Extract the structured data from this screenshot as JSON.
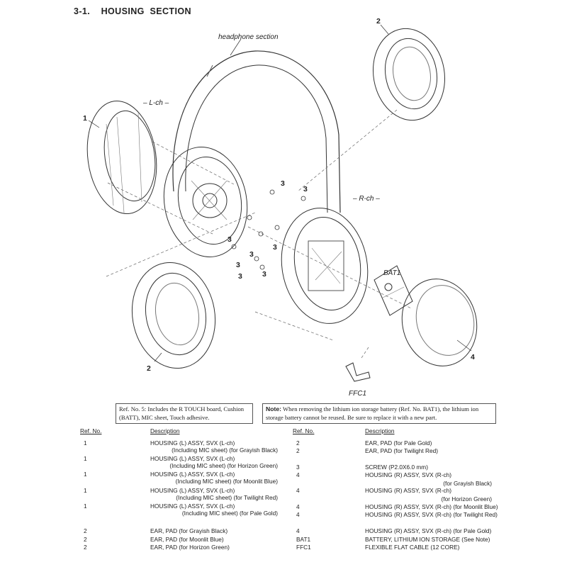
{
  "section_title": "3-1.    HOUSING  SECTION",
  "callouts": {
    "headphone_section": "headphone section",
    "l_ch": "– L-ch –",
    "r_ch": "– R-ch –",
    "bat1": "BAT1",
    "ffc1": "FFC1"
  },
  "ref_numbers": {
    "n1": "1",
    "n2_top": "2",
    "n2_bottom": "2",
    "n4": "4",
    "n3": "3"
  },
  "notes": {
    "ref5_text": "Ref. No. 5: Includes the R TOUCH board, Cushion (BATT), MIC sheet, Touch adhesive.",
    "note_label": "Note:",
    "note_text": "When removing the lithium ion storage battery (Ref. No. BAT1), the lithium ion storage battery cannot be reused. Be sure to replace it with a new part."
  },
  "table": {
    "header_ref": "Ref. No.",
    "header_desc": "Description",
    "left_rows": [
      {
        "ref": "1",
        "desc": "HOUSING (L) ASSY, SVX (L-ch)",
        "sub": "(Including MIC sheet) (for Grayish Black)"
      },
      {
        "ref": "1",
        "desc": "HOUSING (L) ASSY, SVX (L-ch)",
        "sub": "(Including MIC sheet) (for Horizon Green)"
      },
      {
        "ref": "1",
        "desc": "HOUSING (L) ASSY, SVX (L-ch)",
        "sub": "(Including MIC sheet) (for Moonlit Blue)"
      },
      {
        "ref": "1",
        "desc": "HOUSING (L) ASSY, SVX (L-ch)",
        "sub": "(Including MIC sheet) (for Twilight Red)"
      },
      {
        "ref": "1",
        "desc": "HOUSING (L) ASSY, SVX (L-ch)",
        "sub": "(Including MIC sheet) (for Pale Gold)"
      },
      {
        "ref": "2",
        "desc": "EAR, PAD (for Grayish Black)",
        "sub": ""
      },
      {
        "ref": "2",
        "desc": "EAR, PAD (for Moonlit Blue)",
        "sub": ""
      },
      {
        "ref": "2",
        "desc": "EAR, PAD (for Horizon Green)",
        "sub": ""
      }
    ],
    "right_rows": [
      {
        "ref": "2",
        "desc": "EAR, PAD (for Pale Gold)",
        "sub": ""
      },
      {
        "ref": "2",
        "desc": "EAR, PAD (for Twilight Red)",
        "sub": ""
      },
      {
        "ref": "3",
        "desc": "SCREW (P2.0X6.0 mm)",
        "sub": ""
      },
      {
        "ref": "4",
        "desc": "HOUSING (R) ASSY, SVX (R-ch)",
        "sub": "(for Grayish Black)"
      },
      {
        "ref": "4",
        "desc": "HOUSING (R) ASSY, SVX (R-ch)",
        "sub": "(for Horizon Green)"
      },
      {
        "ref": "4",
        "desc": "HOUSING (R) ASSY, SVX (R-ch) (for Moonlit Blue)",
        "sub": ""
      },
      {
        "ref": "4",
        "desc": "HOUSING (R) ASSY, SVX (R-ch) (for Twilight Red)",
        "sub": ""
      },
      {
        "ref": "4",
        "desc": "HOUSING (R) ASSY, SVX (R-ch) (for Pale Gold)",
        "sub": ""
      },
      {
        "ref": "BAT1",
        "desc": "BATTERY, LITHIUM ION STORAGE (See Note)",
        "sub": ""
      },
      {
        "ref": "FFC1",
        "desc": "FLEXIBLE FLAT CABLE (12 CORE)",
        "sub": ""
      }
    ]
  }
}
